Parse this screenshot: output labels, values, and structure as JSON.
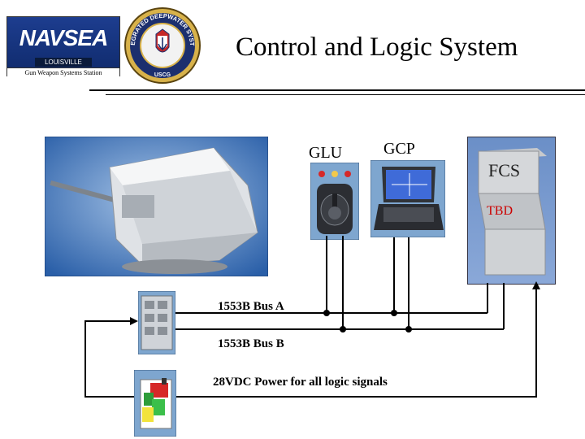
{
  "logo": {
    "brand": "NAVSEA",
    "location": "LOUISVILLE",
    "caption": "Gun Weapon Systems Station"
  },
  "seal": {
    "text": "INTEGRATED DEEPWATER SYSTEM",
    "abbr": "USCG"
  },
  "title": "Control and Logic System",
  "labels": {
    "glu": "GLU",
    "gcp": "GCP",
    "fcs": "FCS",
    "tbd": "TBD"
  },
  "buses": {
    "bus_a": "1553B Bus A",
    "bus_b": "1553B Bus B",
    "power": "28VDC Power for all logic signals"
  },
  "colors": {
    "title_text": "#000000",
    "tbd_text": "#cc0000",
    "fcs_panel": "#7a9bd0",
    "gun_background": "#2a5fa8",
    "logo_background": "#1d3d8f"
  }
}
